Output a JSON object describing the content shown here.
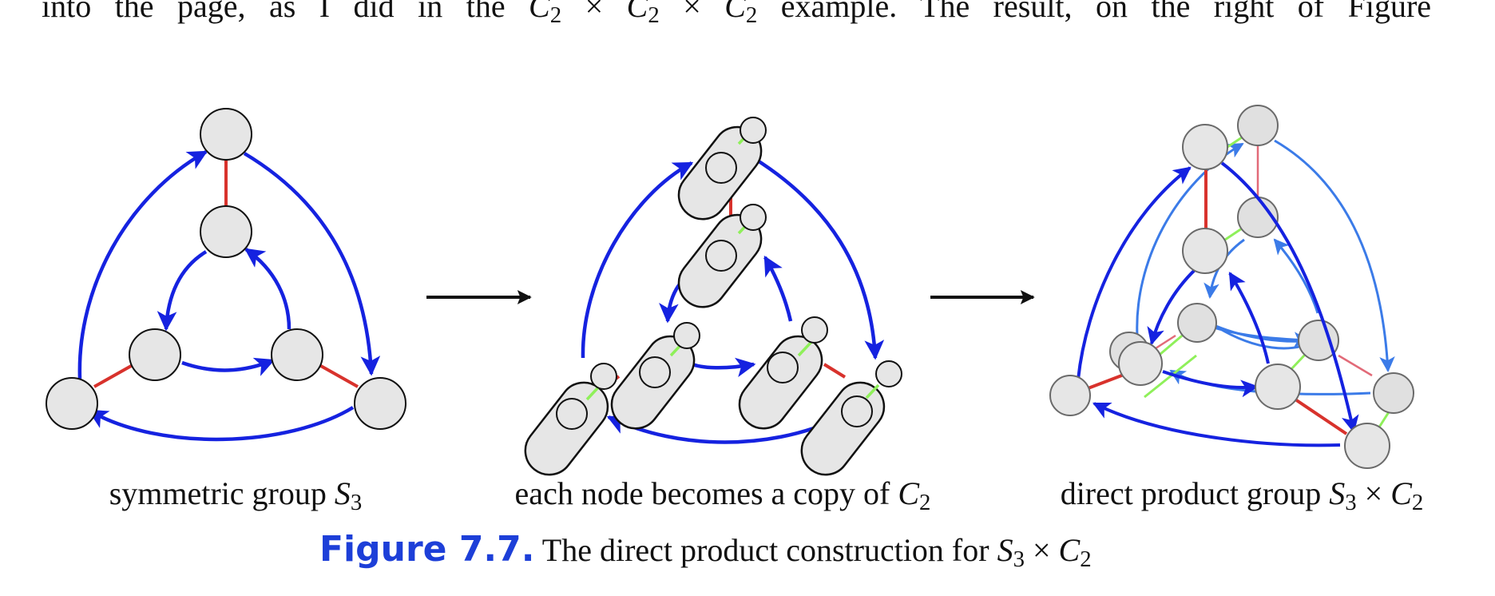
{
  "body_text": {
    "before": "into the page, as I did in the",
    "math": {
      "c": "C",
      "sub": "2",
      "times": "×"
    },
    "after": "example. The result, on the right of Figure"
  },
  "panels": [
    {
      "label_text": "symmetric group ",
      "label_math": "S",
      "label_sub": "3",
      "label_tail": ""
    },
    {
      "label_text": "each node becomes a copy of ",
      "label_math": "C",
      "label_sub": "2",
      "label_tail": ""
    },
    {
      "label_text": "direct product group ",
      "label_math": "S",
      "label_sub": "3",
      "label_tail": " × ",
      "label_math2": "C",
      "label_sub2": "2"
    }
  ],
  "caption": {
    "number": "Figure 7.7.",
    "text": "The direct product construction for ",
    "m1": "S",
    "s1": "3",
    "times": " × ",
    "m2": "C",
    "s2": "2"
  },
  "colors": {
    "blue_arrow": "#1522e0",
    "light_blue_arrow": "#3b7be8",
    "red_edge": "#d8322c",
    "light_red_edge": "#e26a78",
    "green_edge": "#8ff05a",
    "node_fill": "#e6e6e6",
    "node_stroke": "#111111",
    "caption_blue": "#1d3fd8"
  }
}
